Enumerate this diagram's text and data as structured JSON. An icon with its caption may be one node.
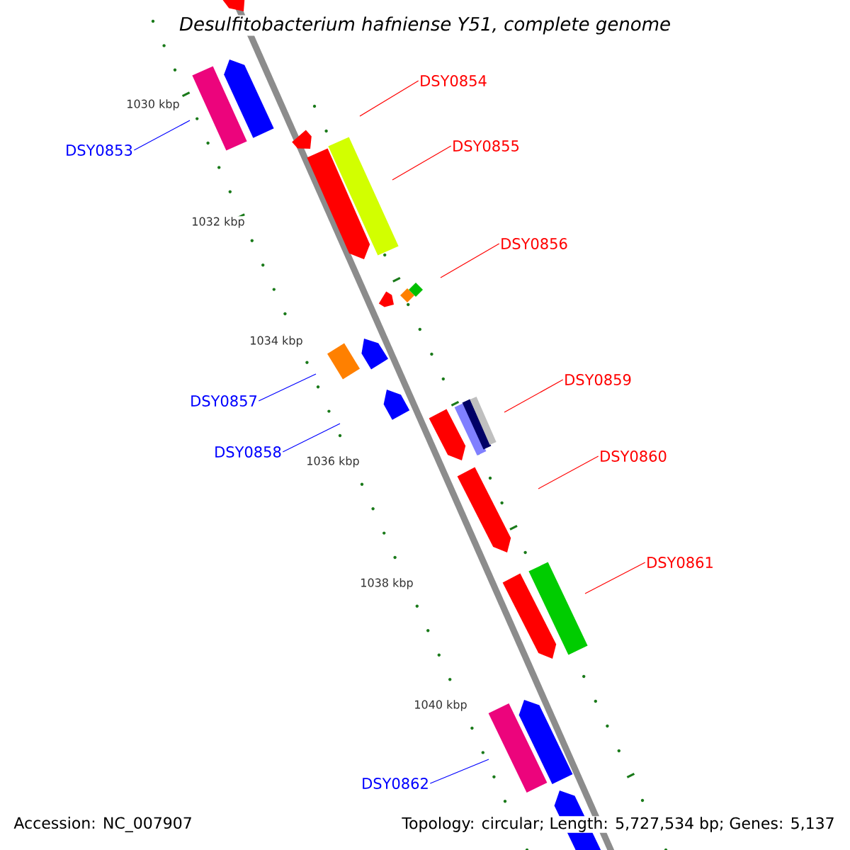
{
  "diagram": {
    "title": "Desulfitobacterium hafniense Y51, complete genome",
    "nodes": [
      {
        "text": [
          "DSY0853"
        ]
      },
      {
        "text": [
          "DSY0854"
        ]
      },
      {
        "text": [
          "DSY0855"
        ]
      },
      {
        "text": [
          "DSY0856"
        ]
      },
      {
        "text": [
          "DSY0857"
        ]
      },
      {
        "text": [
          "DSY0858"
        ]
      },
      {
        "text": [
          "DSY0859"
        ]
      },
      {
        "text": [
          "DSY0860"
        ]
      },
      {
        "text": [
          "DSY0861"
        ]
      },
      {
        "text": [
          "DSY0862"
        ]
      }
    ],
    "edges": [
      {
        "from": 0,
        "to": null,
        "arrow": "none",
        "color": "#0000ff"
      },
      {
        "from": 1,
        "to": null,
        "arrow": "none",
        "color": "#ff0000"
      },
      {
        "from": 2,
        "to": null,
        "arrow": "none",
        "color": "#ff0000"
      },
      {
        "from": 3,
        "to": null,
        "arrow": "none",
        "color": "#ff0000"
      },
      {
        "from": 4,
        "to": null,
        "arrow": "none",
        "color": "#0000ff"
      },
      {
        "from": 5,
        "to": null,
        "arrow": "none",
        "color": "#0000ff"
      },
      {
        "from": 6,
        "to": null,
        "arrow": "none",
        "color": "#ff0000"
      },
      {
        "from": 7,
        "to": null,
        "arrow": "none",
        "color": "#ff0000"
      },
      {
        "from": 8,
        "to": null,
        "arrow": "none",
        "color": "#ff0000"
      },
      {
        "from": 9,
        "to": null,
        "arrow": "none",
        "color": "#0000ff"
      }
    ],
    "labels": [
      "1030 kbp",
      "1032 kbp",
      "1034 kbp",
      "1036 kbp",
      "1038 kbp",
      "1040 kbp",
      "Accession: NC_007907",
      "Topology: circular; Length: 5,727,534 bp; Genes: 5,137"
    ]
  }
}
